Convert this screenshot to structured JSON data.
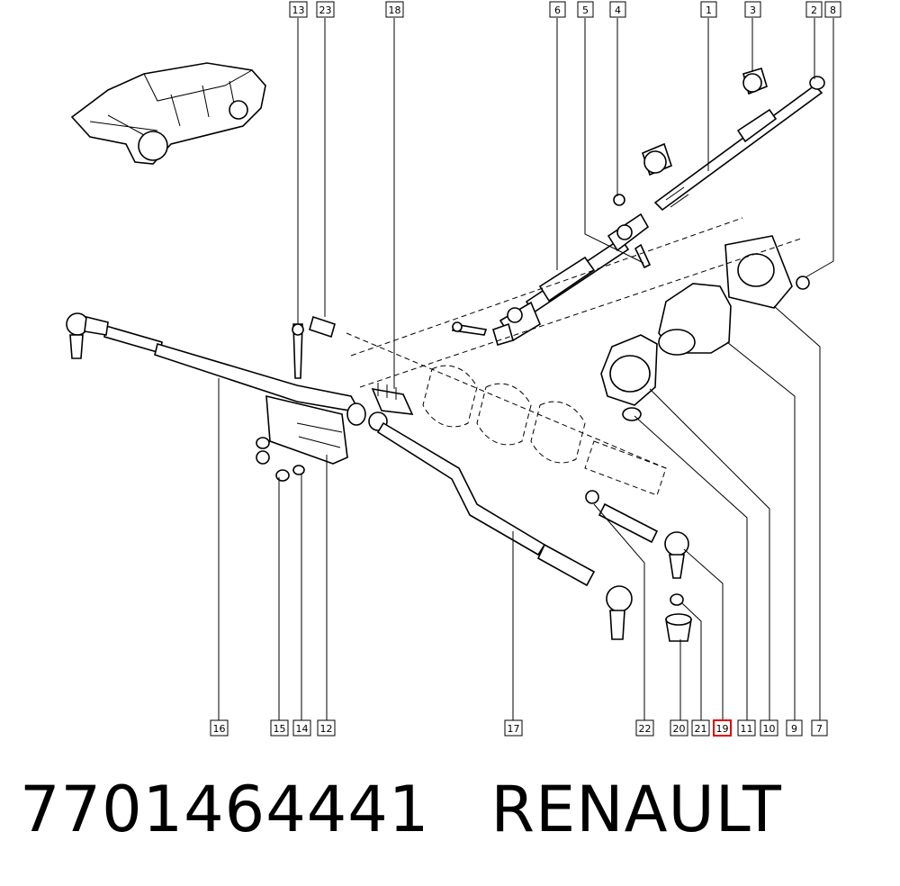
{
  "diagram": {
    "callouts": [
      {
        "id": "13",
        "text": "13"
      },
      {
        "id": "23",
        "text": "23"
      },
      {
        "id": "18",
        "text": "18"
      },
      {
        "id": "6",
        "text": "6"
      },
      {
        "id": "5",
        "text": "5"
      },
      {
        "id": "4",
        "text": "4"
      },
      {
        "id": "1",
        "text": "1"
      },
      {
        "id": "3",
        "text": "3"
      },
      {
        "id": "2",
        "text": "2"
      },
      {
        "id": "8",
        "text": "8"
      },
      {
        "id": "16",
        "text": "16"
      },
      {
        "id": "15",
        "text": "15"
      },
      {
        "id": "14",
        "text": "14"
      },
      {
        "id": "12",
        "text": "12"
      },
      {
        "id": "17",
        "text": "17"
      },
      {
        "id": "22",
        "text": "22"
      },
      {
        "id": "20",
        "text": "20"
      },
      {
        "id": "21",
        "text": "21"
      },
      {
        "id": "19",
        "text": "19",
        "highlighted": true
      },
      {
        "id": "11",
        "text": "11"
      },
      {
        "id": "10",
        "text": "10"
      },
      {
        "id": "9",
        "text": "9"
      },
      {
        "id": "7",
        "text": "7"
      }
    ],
    "highlight_color": "#e00000"
  },
  "footer": {
    "part_number": "7701464441",
    "brand": "RENAULT"
  }
}
